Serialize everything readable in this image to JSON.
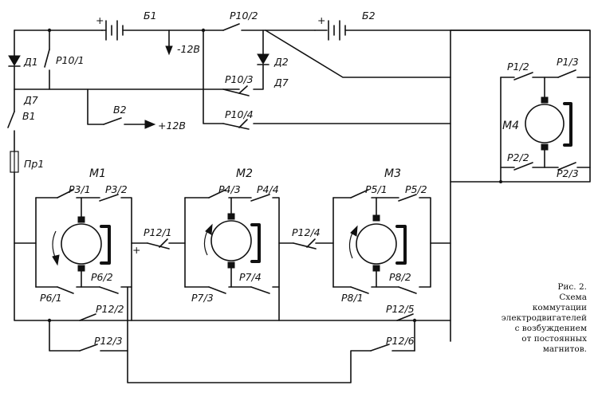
{
  "labels": {
    "b1": "Б1",
    "b2": "Б2",
    "minus12": "-12В",
    "plus12": "+12В",
    "p10_2": "Р10/2",
    "p10_1": "Р10/1",
    "p10_3": "Р10/3",
    "p10_4": "Р10/4",
    "d1": "Д1",
    "d2": "Д2",
    "d7a": "Д7",
    "d7b": "Д7",
    "v1": "В1",
    "v2": "В2",
    "pr1": "Пр1",
    "p1_2": "Р1/2",
    "p1_3": "Р1/3",
    "p2_2": "Р2/2",
    "p2_3": "Р2/3",
    "m4": "М4",
    "m1": "М1",
    "m2": "М2",
    "m3": "М3",
    "p3_1": "Р3/1",
    "p3_2": "Р3/2",
    "p6_1": "Р6/1",
    "p6_2": "Р6/2",
    "p4_3": "Р4/3",
    "p4_4": "Р4/4",
    "p7_3": "Р7/3",
    "p7_4": "Р7/4",
    "p5_1": "Р5/1",
    "p5_2": "Р5/2",
    "p8_1": "Р8/1",
    "p8_2": "Р8/2",
    "p12_1": "Р12/1",
    "p12_4": "Р12/4",
    "p12_2": "Р12/2",
    "p12_3": "Р12/3",
    "p12_5": "Р12/5",
    "p12_6": "Р12/6",
    "plus_a": "+",
    "plus_b": "+",
    "plus_c": "+"
  },
  "caption": {
    "title": "Рис. 2.",
    "lines": [
      "Схема",
      "коммутации",
      "электродвигателей",
      "с возбуждением",
      "от постоянных",
      "магнитов."
    ]
  }
}
